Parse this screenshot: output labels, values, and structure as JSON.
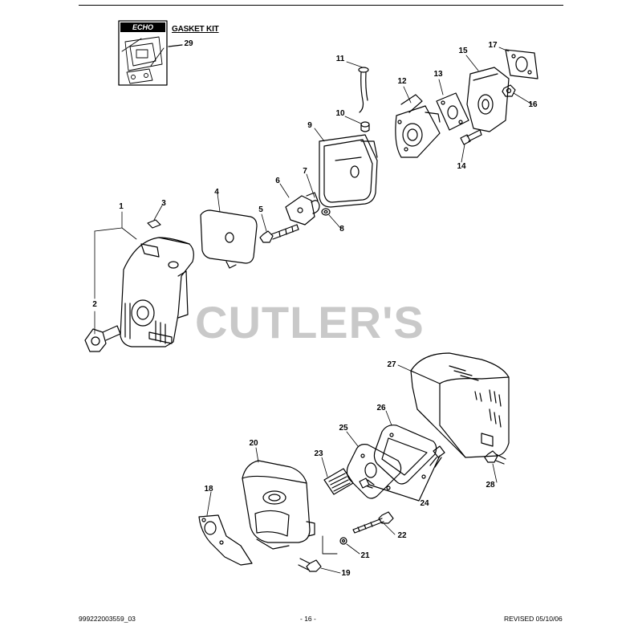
{
  "watermark": "CUTLER'S",
  "gasket_kit": {
    "title": "GASKET KIT",
    "logo_text": "ECHO",
    "part": "29"
  },
  "parts": [
    "1",
    "2",
    "3",
    "4",
    "5",
    "6",
    "7",
    "8",
    "9",
    "10",
    "11",
    "12",
    "13",
    "14",
    "15",
    "16",
    "17",
    "18",
    "19",
    "20",
    "21",
    "22",
    "23",
    "24",
    "25",
    "26",
    "27",
    "28"
  ],
  "footer": {
    "doc_number": "999222003559_03",
    "page": "- 16 -",
    "revised": "REVISED 05/10/06"
  }
}
